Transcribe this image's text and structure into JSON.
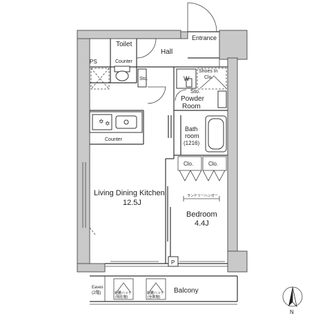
{
  "rooms": {
    "toilet": "Toilet",
    "hall": "Hall",
    "entrance": "Entrance",
    "ps": "PS",
    "counter_toilet": "Counter",
    "sto_hall": "Sto.",
    "w": "W",
    "shoes_in_clo_1": "Shoes In",
    "shoes_in_clo_2": "Clo.",
    "sto_powder": "Sto.",
    "powder_1": "Powder",
    "powder_2": "Room",
    "counter_kitchen": "Counter",
    "bath_1": "Bath",
    "bath_2": "room",
    "bath_3": "(1216)",
    "clo_1": "Clo.",
    "clo_2": "Clo.",
    "laundry": "ランドリーハンガー",
    "ldk_1": "Living Dining Kitchen",
    "ldk_2": "12.5J",
    "bedroom_1": "Bedroom",
    "bedroom_2": "4.4J",
    "p": "P",
    "balcony": "Balcony",
    "eaves_1": "Eaves",
    "eaves_2": "(2階)",
    "hatch_left_1": "避難ハッチ",
    "hatch_left_2": "(現在階)",
    "hatch_right_1": "避難ハッチ",
    "hatch_right_2": "(全数階)",
    "north": "N"
  },
  "colors": {
    "wall": "#c9c9c9",
    "line": "#333333"
  }
}
